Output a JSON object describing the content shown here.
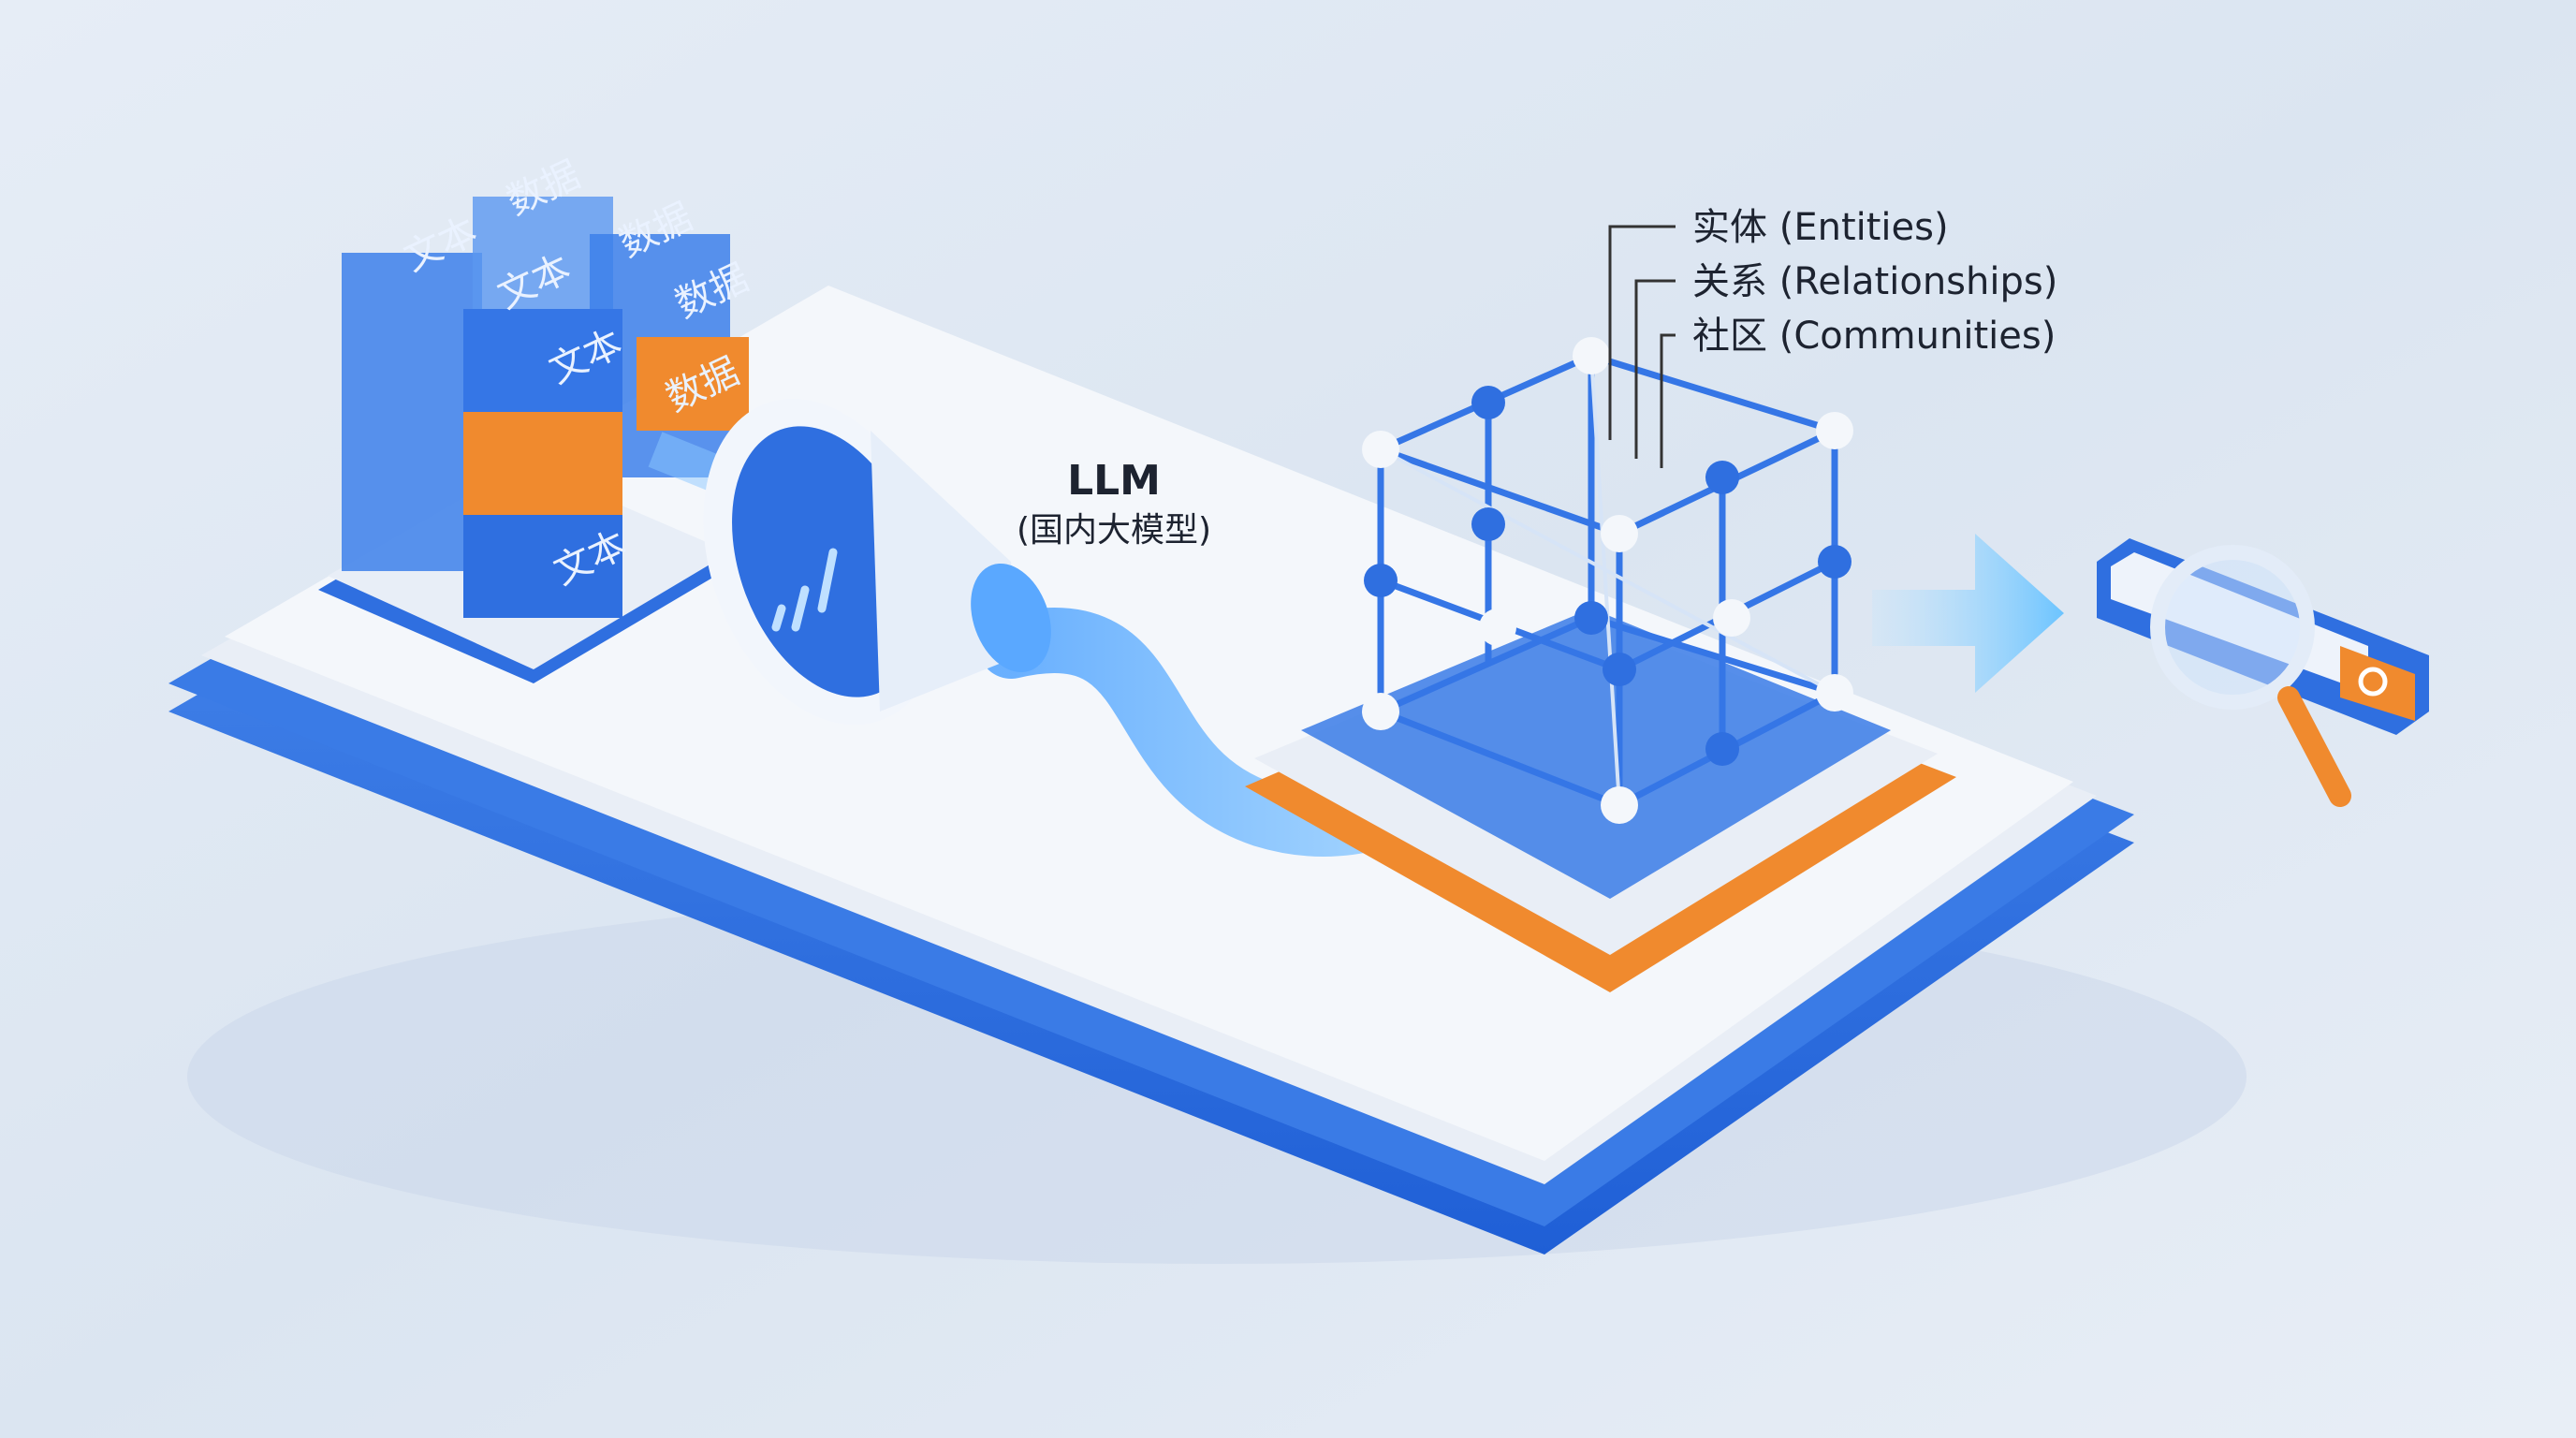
{
  "llm": {
    "title": "LLM",
    "subtitle": "(国内大模型)"
  },
  "graph_labels": [
    {
      "text": "实体 (Entities)"
    },
    {
      "text": "关系 (Relationships)"
    },
    {
      "text": "社区 (Communities)"
    }
  ],
  "data_blocks": [
    "文本",
    "数据",
    "数据",
    "文本",
    "数据",
    "文本",
    "数据",
    "文本"
  ],
  "icons": [
    "data-blocks",
    "funnel-icon",
    "knowledge-graph-cube",
    "arrow-right-icon",
    "search-bar",
    "magnifier-icon"
  ],
  "colors": {
    "primary_blue": "#2f6fe0",
    "accent_orange": "#f08a2e",
    "background": "#dfe8f3",
    "platform_white": "#f3f6fb"
  }
}
